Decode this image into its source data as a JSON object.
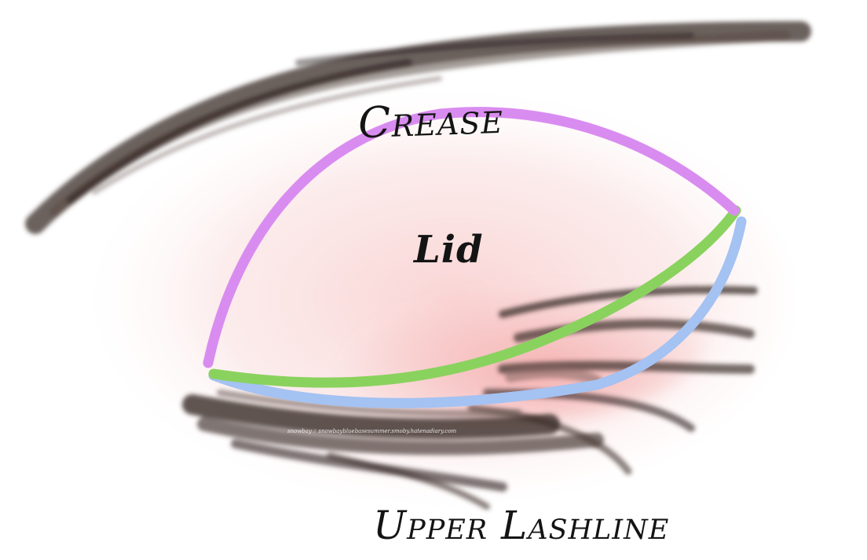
{
  "labels": {
    "crease": "Crease",
    "lid": "Lid",
    "upper_lashline": "Upper Lashline"
  },
  "watermark": "snowbay☆ snowbaybluebasesummer.smoby.hatenadiary.com",
  "colors": {
    "crease_line": "#d98cf0",
    "lid_line": "#8ad25e",
    "lashline_line": "#a4c2f2",
    "brow_lash": "#3a2c28",
    "skin_tint": "#f7c9c9"
  }
}
